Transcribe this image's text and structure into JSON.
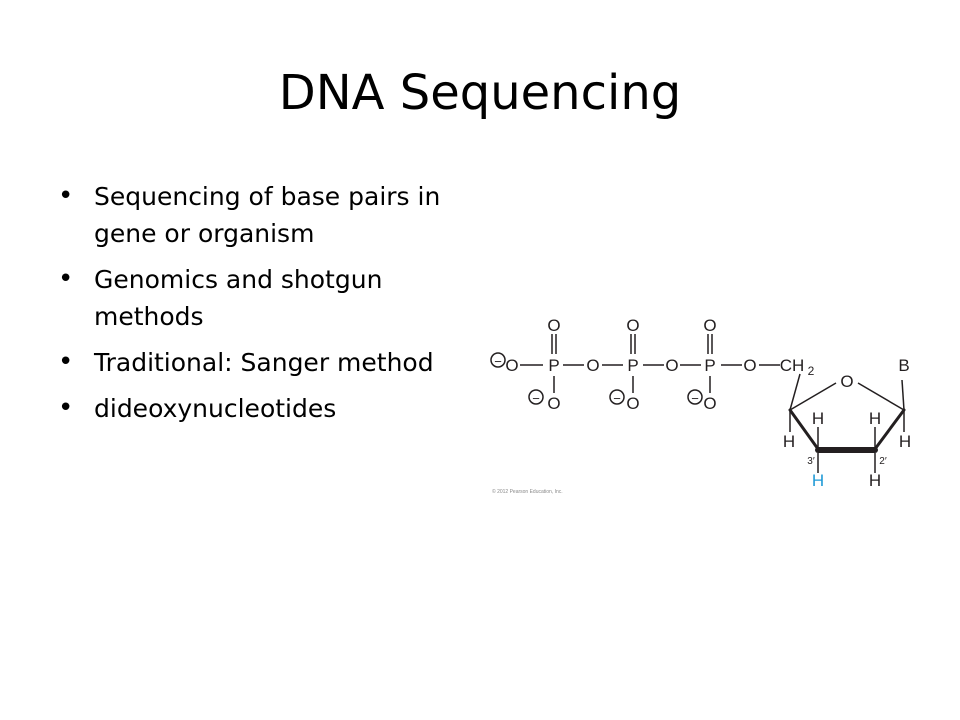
{
  "slide": {
    "title": "DNA Sequencing",
    "bullets": [
      "Sequencing of base pairs in gene or organism",
      "Genomics and shotgun methods",
      "Traditional:  Sanger method",
      "dideoxynucleotides"
    ]
  },
  "diagram": {
    "labels": {
      "O": "O",
      "P": "P",
      "minus": "−",
      "ch2": "CH",
      "ch2_sub": "2",
      "ring_o": "O",
      "base": "B",
      "H": "H",
      "h_highlight": "H",
      "pos3": "3′",
      "pos2": "2′",
      "credit": "© 2012 Pearson Education, Inc."
    },
    "colors": {
      "ink": "#231f20",
      "highlight": "#1f9ad6",
      "credit": "#8a8a8a"
    }
  }
}
